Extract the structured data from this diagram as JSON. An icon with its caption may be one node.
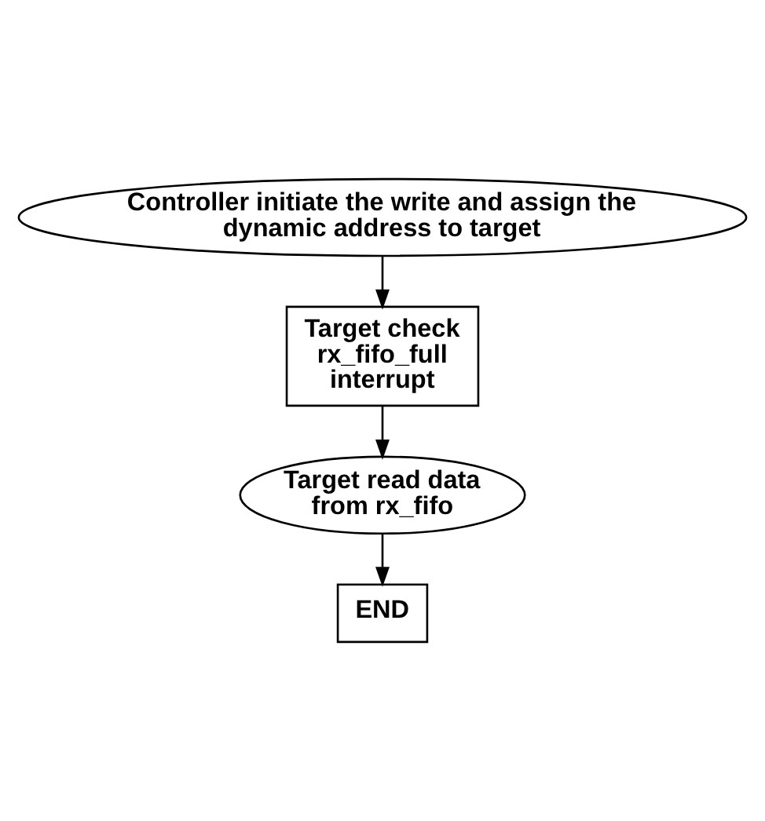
{
  "diagram": {
    "nodes": [
      {
        "text": [
          "Controller initiate the write and assign the dynamic address to target"
        ]
      },
      {
        "text": [
          "Target check rx_fifo_full interrupt"
        ]
      },
      {
        "text": [
          "Target read data from rx_fifo"
        ]
      },
      {
        "text": [
          "END"
        ]
      }
    ],
    "edges": [
      {
        "from": 0,
        "to": 1,
        "arrow": "to"
      },
      {
        "from": 1,
        "to": 2,
        "arrow": "to"
      },
      {
        "from": 2,
        "to": 3,
        "arrow": "to"
      }
    ]
  }
}
